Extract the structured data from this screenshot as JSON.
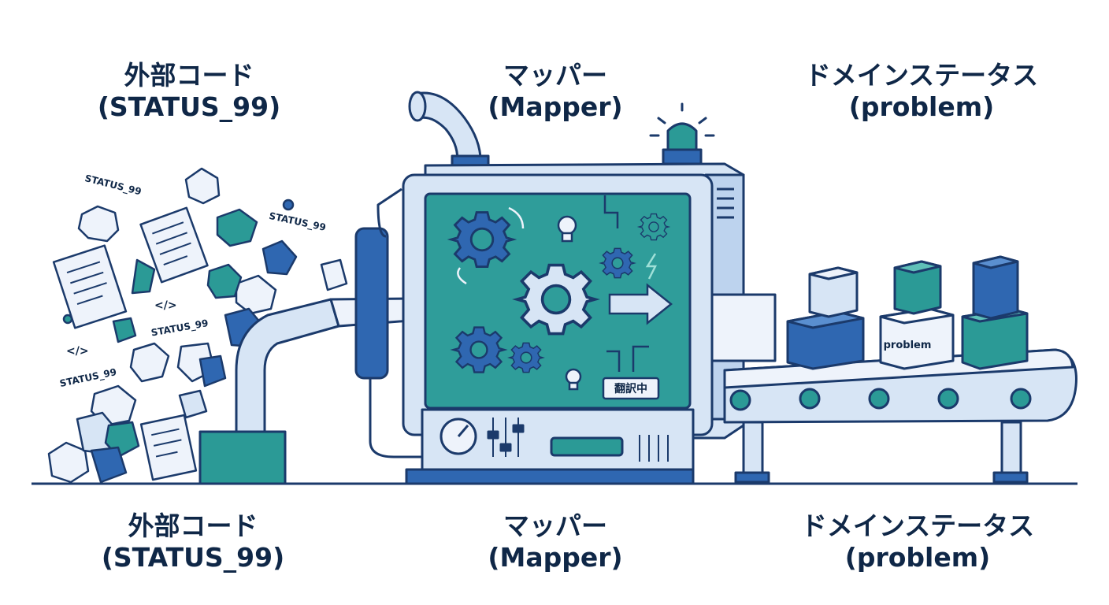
{
  "top_labels": {
    "source": {
      "title": "外部コード",
      "subtitle": "(STATUS_99)"
    },
    "mapper": {
      "title": "マッパー",
      "subtitle": "(Mapper)"
    },
    "domain": {
      "title": "ドメインステータス",
      "subtitle": "(problem)"
    }
  },
  "bottom_labels": {
    "source": {
      "title": "外部コード",
      "subtitle": "(STATUS_99)"
    },
    "mapper": {
      "title": "マッパー",
      "subtitle": "(Mapper)"
    },
    "domain": {
      "title": "ドメインステータス",
      "subtitle": "(problem)"
    }
  },
  "scatter_tags": [
    "STATUS_99",
    "STATUS_99",
    "STATUS_99",
    "STATUS_99"
  ],
  "code_tags": [
    "</>",
    "</>"
  ],
  "machine_screen_tag": "翻訳中",
  "box_label": "problem",
  "icons": {
    "gear": "gear-icon",
    "bulb": "lightbulb-icon",
    "arrow": "arrow-right-icon",
    "bolt": "lightning-icon",
    "beacon": "beacon-light-icon"
  },
  "colors": {
    "navy": "#1b3a6b",
    "blue": "#2f67b1",
    "teal": "#2b9a96",
    "light": "#d7e5f5",
    "screen": "#2f9d9a"
  }
}
